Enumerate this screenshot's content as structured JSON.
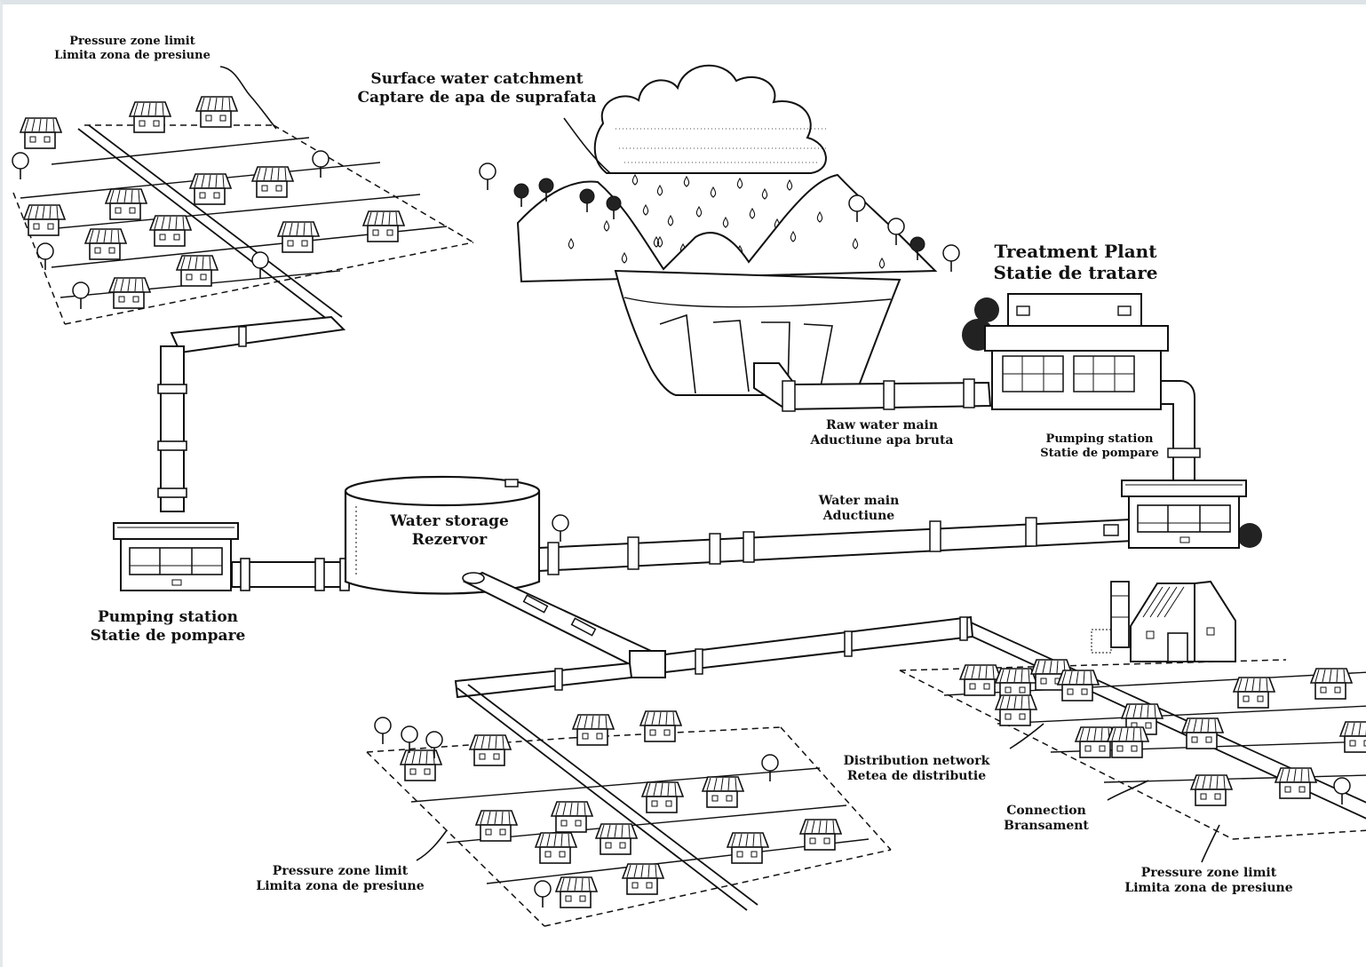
{
  "labels": {
    "pressure_zone_top": {
      "en": "Pressure zone limit",
      "ro": "Limita zona de presiune"
    },
    "surface_water": {
      "en": "Surface water catchment",
      "ro": "Captare de apa de suprafata"
    },
    "treatment_plant": {
      "en": "Treatment Plant",
      "ro": "Statie de tratare"
    },
    "raw_water_main": {
      "en": "Raw water main",
      "ro": "Aductiune apa bruta"
    },
    "pumping_station_right": {
      "en": "Pumping station",
      "ro": "Statie de pompare"
    },
    "water_main": {
      "en": "Water main",
      "ro": "Aductiune"
    },
    "water_storage": {
      "en": "Water storage",
      "ro": "Rezervor"
    },
    "pumping_station_left": {
      "en": "Pumping station",
      "ro": "Statie de pompare"
    },
    "distribution_network": {
      "en": "Distribution network",
      "ro": "Retea de distributie"
    },
    "connection": {
      "en": "Connection",
      "ro": "Bransament"
    },
    "pressure_zone_bottom_left": {
      "en": "Pressure zone limit",
      "ro": "Limita zona de presiune"
    },
    "pressure_zone_bottom_right": {
      "en": "Pressure zone limit",
      "ro": "Limita zona de presiune"
    }
  }
}
